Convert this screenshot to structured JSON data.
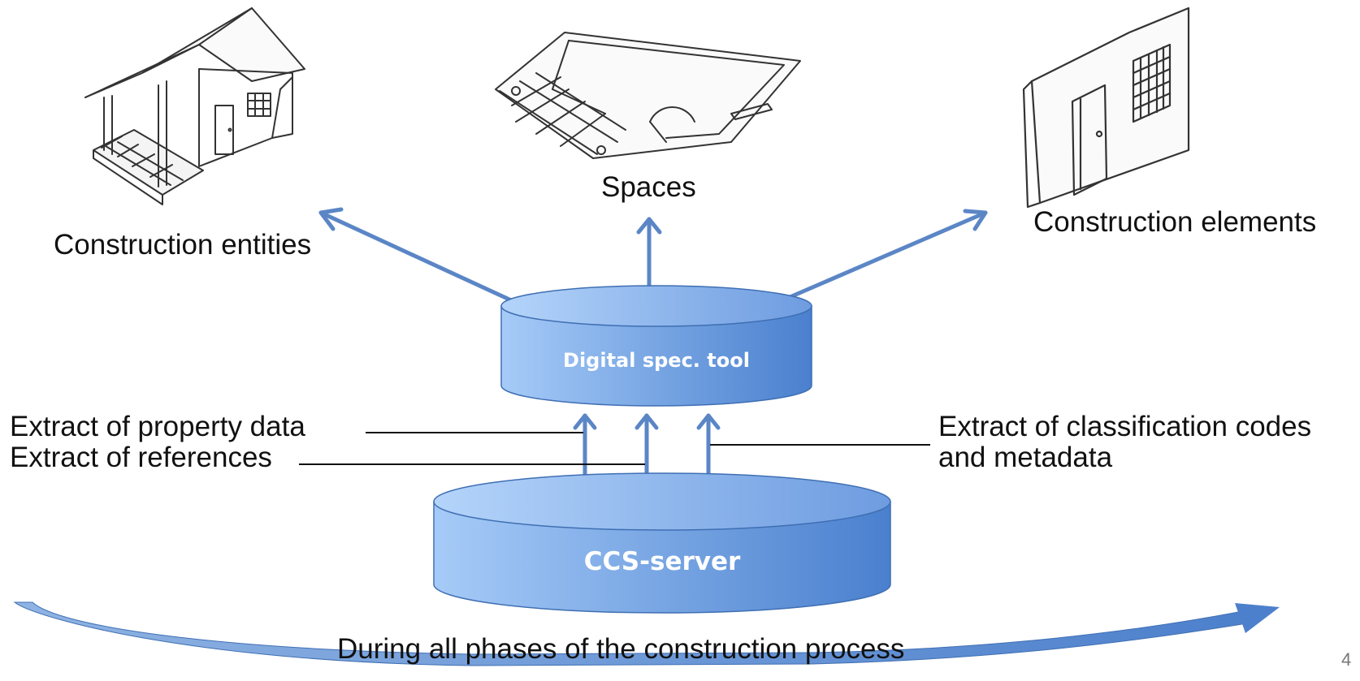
{
  "targets": {
    "entities": "Construction entities",
    "spaces": "Spaces",
    "elements": "Construction elements"
  },
  "databases": {
    "tool": "Digital spec. tool",
    "server": "CCS-server"
  },
  "extracts": {
    "property_data": "Extract of property data",
    "references": "Extract of references",
    "classification_line1": "Extract of classification codes",
    "classification_line2": "and metadata"
  },
  "process": "During all phases of the construction process",
  "page_number": "4",
  "colors": {
    "arrow": "#5b86c6",
    "cylinder_light": "#9cc3f3",
    "cylinder_dark": "#4a80ce",
    "cylinder_stroke": "#3f6fb3"
  },
  "icons": {
    "entities": "house-sketch-icon",
    "spaces": "floor-plan-sketch-icon",
    "elements": "wall-door-window-sketch-icon"
  }
}
